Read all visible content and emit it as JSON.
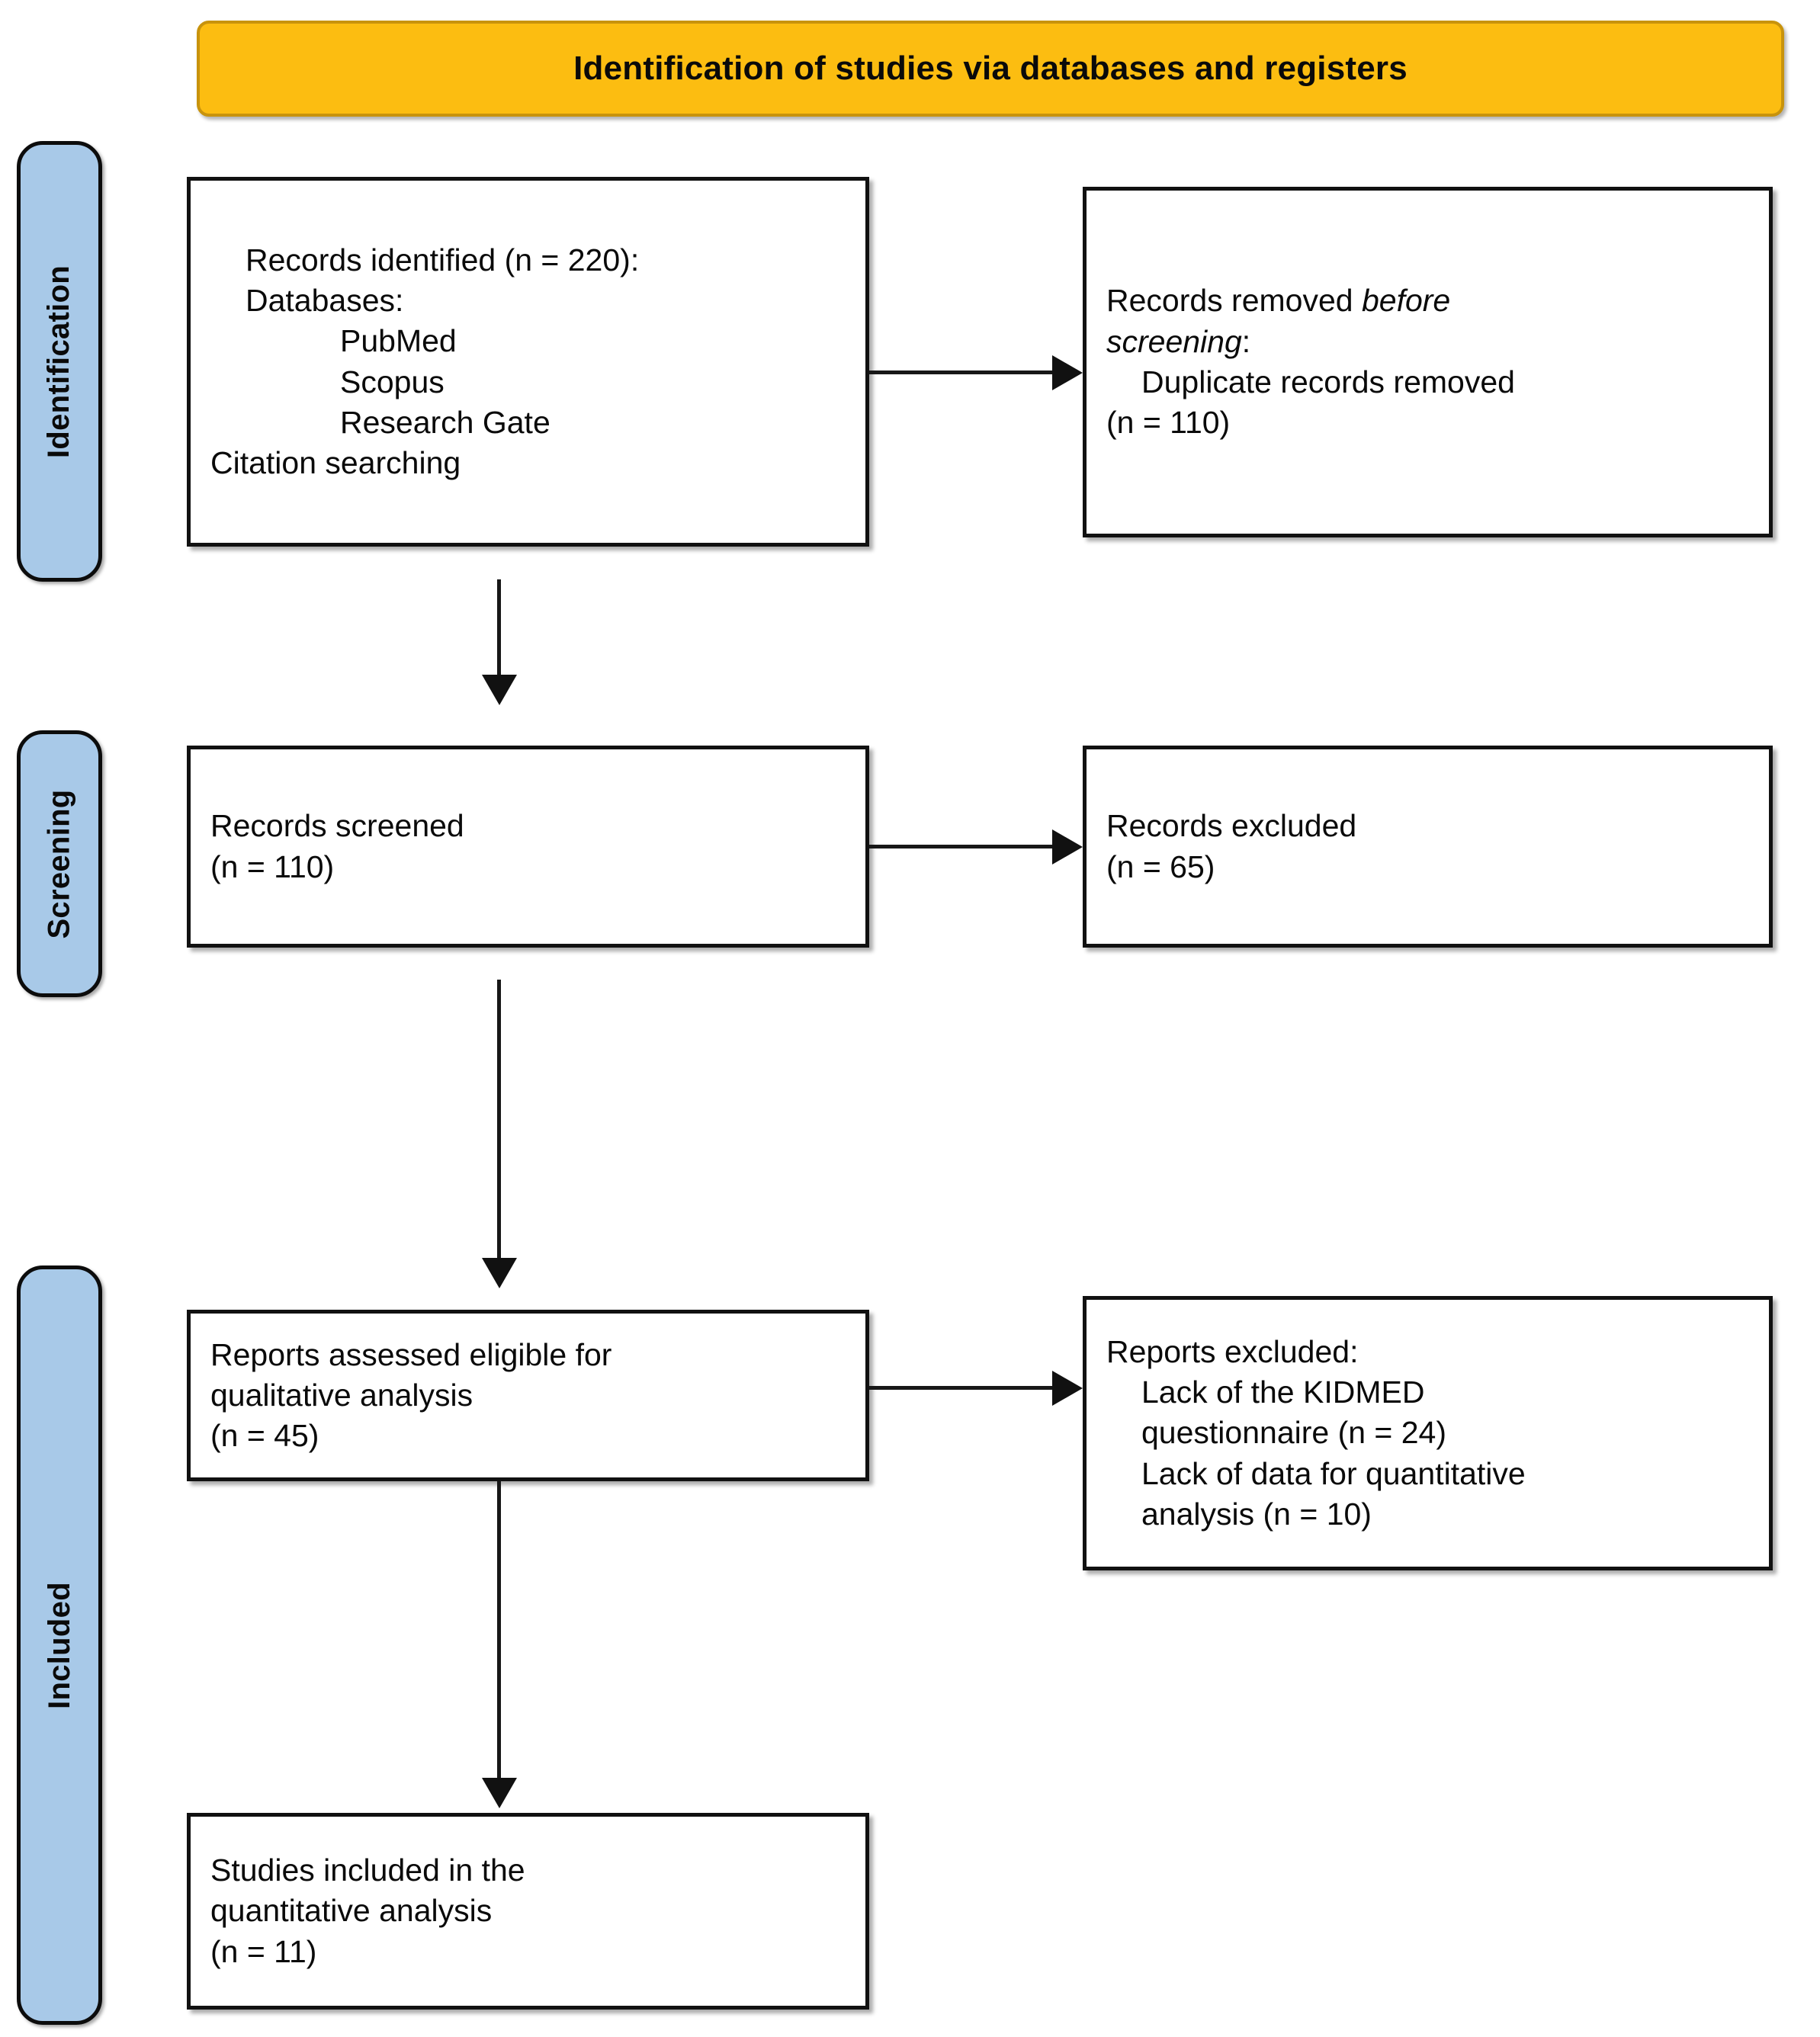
{
  "banner": {
    "title": "Identification of studies via databases and registers",
    "fill_color": "#fcbd11",
    "border_color": "#c8930c"
  },
  "stages": [
    {
      "id": "identification",
      "label": "Identification",
      "fill_color": "#a8c9e8"
    },
    {
      "id": "screening",
      "label": "Screening",
      "fill_color": "#a8c9e8"
    },
    {
      "id": "included",
      "label": "Included",
      "fill_color": "#a8c9e8"
    }
  ],
  "nodes": {
    "records_identified": {
      "line1": "Records identified (n = 220):",
      "line2": "Databases:",
      "line3": "PubMed",
      "line4": "Scopus",
      "line5": "Research Gate",
      "line6": "Citation searching"
    },
    "records_removed": {
      "line1_prefix": "Records removed ",
      "line1_italic": "before",
      "line2_italic": "screening",
      "line2_suffix": ":",
      "line3": "Duplicate records removed",
      "line4": "(n = 110)"
    },
    "records_screened": {
      "line1": "Records screened",
      "line2": "(n = 110)"
    },
    "records_excluded": {
      "line1": "Records excluded",
      "line2": "(n = 65)"
    },
    "reports_assessed": {
      "line1": "Reports assessed eligible for",
      "line2": "qualitative analysis",
      "line3": "(n = 45)"
    },
    "reports_excluded": {
      "line1": "Reports excluded:",
      "line2": "Lack of the KIDMED",
      "line3": "questionnaire (n = 24)",
      "line4": "Lack of data for quantitative",
      "line5": "analysis (n = 10)"
    },
    "studies_included": {
      "line1": "Studies included in the",
      "line2": "quantitative analysis",
      "line3": "(n = 11)"
    }
  },
  "chart_data": {
    "type": "diagram",
    "title": "Identification of studies via databases and registers",
    "flow": [
      {
        "stage": "Identification",
        "box": "Records identified",
        "n": 220,
        "sources": [
          "PubMed",
          "Scopus",
          "Research Gate",
          "Citation searching"
        ]
      },
      {
        "stage": "Identification",
        "box": "Duplicate records removed",
        "n": 110
      },
      {
        "stage": "Screening",
        "box": "Records screened",
        "n": 110
      },
      {
        "stage": "Screening",
        "box": "Records excluded",
        "n": 65
      },
      {
        "stage": "Included",
        "box": "Reports assessed eligible for qualitative analysis",
        "n": 45
      },
      {
        "stage": "Included",
        "box": "Reports excluded - Lack of the KIDMED questionnaire",
        "n": 24
      },
      {
        "stage": "Included",
        "box": "Reports excluded - Lack of data for quantitative analysis",
        "n": 10
      },
      {
        "stage": "Included",
        "box": "Studies included in the quantitative analysis",
        "n": 11
      }
    ]
  }
}
